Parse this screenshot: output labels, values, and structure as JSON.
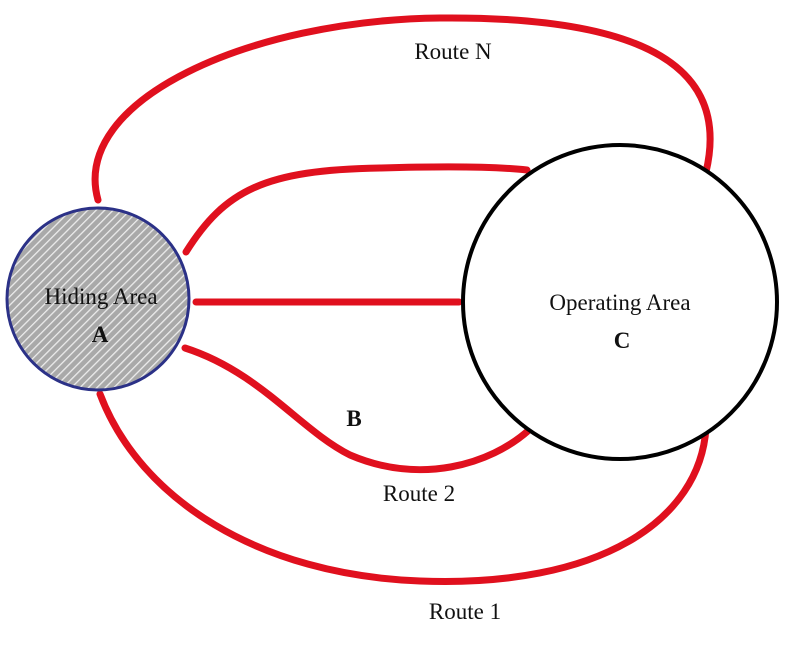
{
  "diagram": {
    "hiding_area": {
      "label": "Hiding Area",
      "letter": "A",
      "fill_pattern": "diagonal-hatch",
      "colors": {
        "fill": "#a9a9a9",
        "hatch": "#ececec",
        "outline": "#2b3187"
      }
    },
    "operating_area": {
      "label": "Operating Area",
      "letter": "C",
      "colors": {
        "fill": "#ffffff",
        "outline": "#000000"
      }
    },
    "route_color": "#e0101e",
    "routes": {
      "route_n": "Route N",
      "route_2": "Route 2",
      "route_1": "Route 1"
    },
    "waypoint_b": "B"
  }
}
